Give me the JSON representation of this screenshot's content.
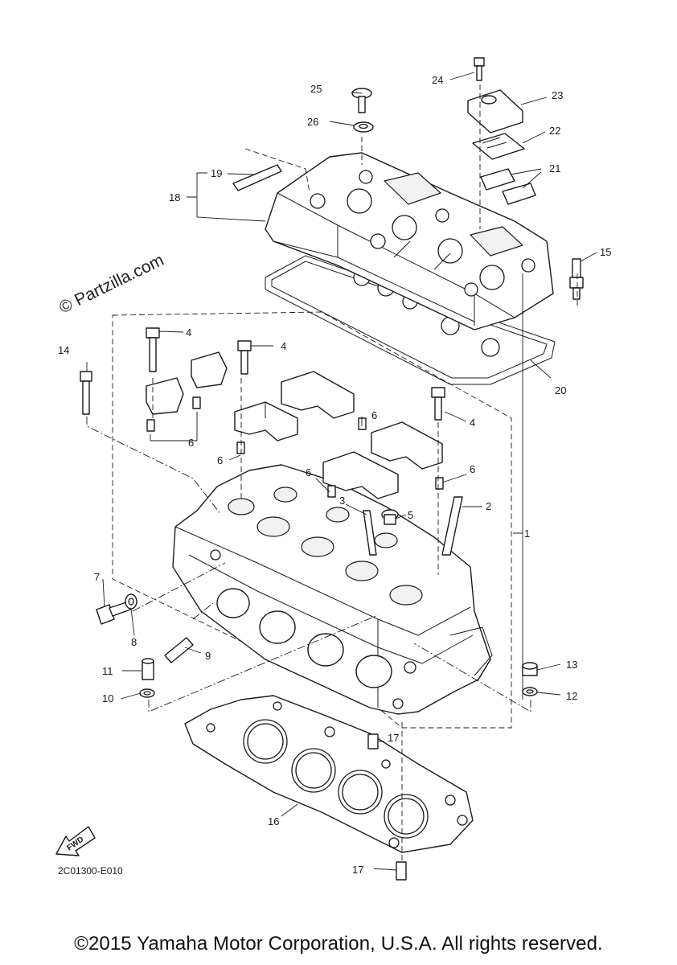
{
  "watermark": "© Partzilla.com",
  "diagram_code": "2C01300-E010",
  "fwd_label": "FWD",
  "copyright": "©2015 Yamaha Motor Corporation, U.S.A. All rights reserved.",
  "callouts": {
    "c1": "1",
    "c2": "2",
    "c3": "3",
    "c4a": "4",
    "c4b": "4",
    "c4c": "4",
    "c5": "5",
    "c6a": "6",
    "c6b": "6",
    "c6c": "6",
    "c6d": "6",
    "c6e": "6",
    "c7": "7",
    "c8": "8",
    "c9": "9",
    "c10": "10",
    "c11": "11",
    "c12": "12",
    "c13": "13",
    "c14": "14",
    "c15": "15",
    "c16": "16",
    "c17a": "17",
    "c17b": "17",
    "c18": "18",
    "c19": "19",
    "c20": "20",
    "c21": "21",
    "c22": "22",
    "c23": "23",
    "c24": "24",
    "c25": "25",
    "c26": "26"
  }
}
